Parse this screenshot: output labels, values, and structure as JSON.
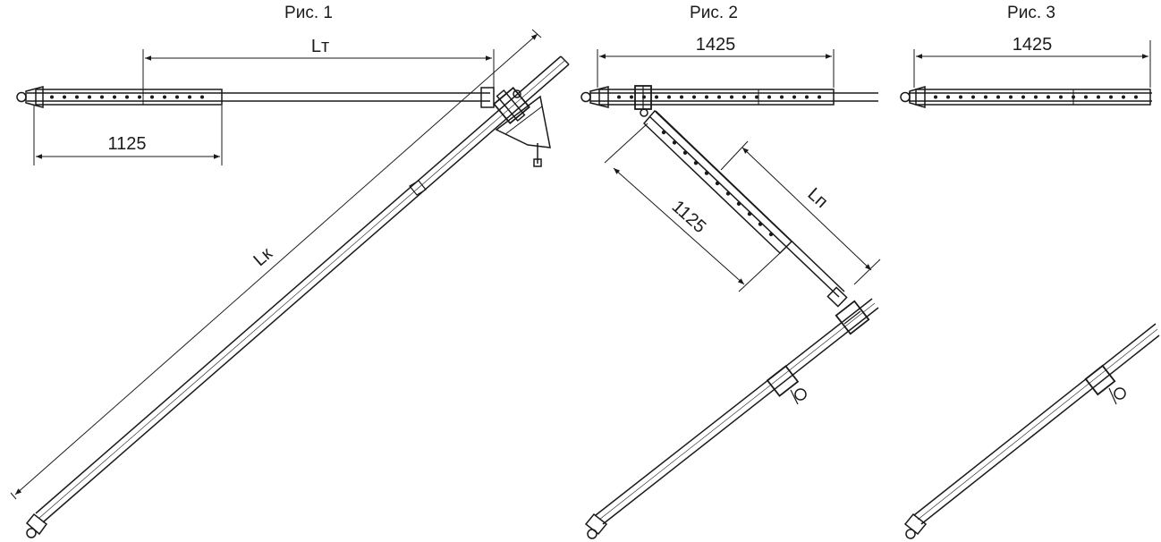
{
  "figures": [
    {
      "title": "Рис. 1",
      "dimensions": {
        "top": "Lт",
        "bottom": "1125",
        "diagonal": "Lк"
      }
    },
    {
      "title": "Рис. 2",
      "dimensions": {
        "top": "1425",
        "brace_left": "1125",
        "brace_right": "Lп"
      }
    },
    {
      "title": "Рис. 3",
      "dimensions": {
        "top": "1425"
      }
    }
  ],
  "colors": {
    "line": "#1a1a1a",
    "background": "#ffffff"
  }
}
